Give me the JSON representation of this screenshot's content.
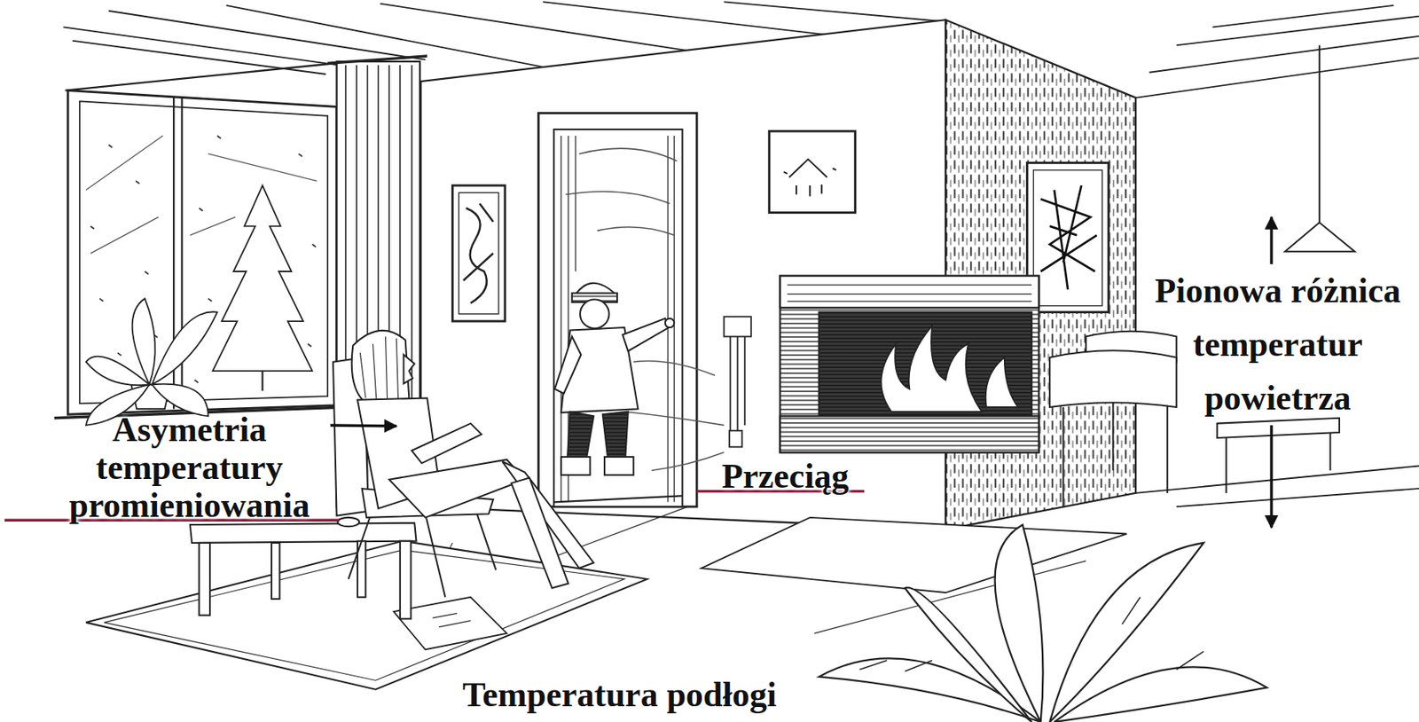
{
  "diagram": {
    "labels": [
      "Pionowa różnica temperatur powietrza",
      "Asymetria temperatury promieniowania",
      "Przeciąg",
      "Temperatura podłogi"
    ]
  }
}
